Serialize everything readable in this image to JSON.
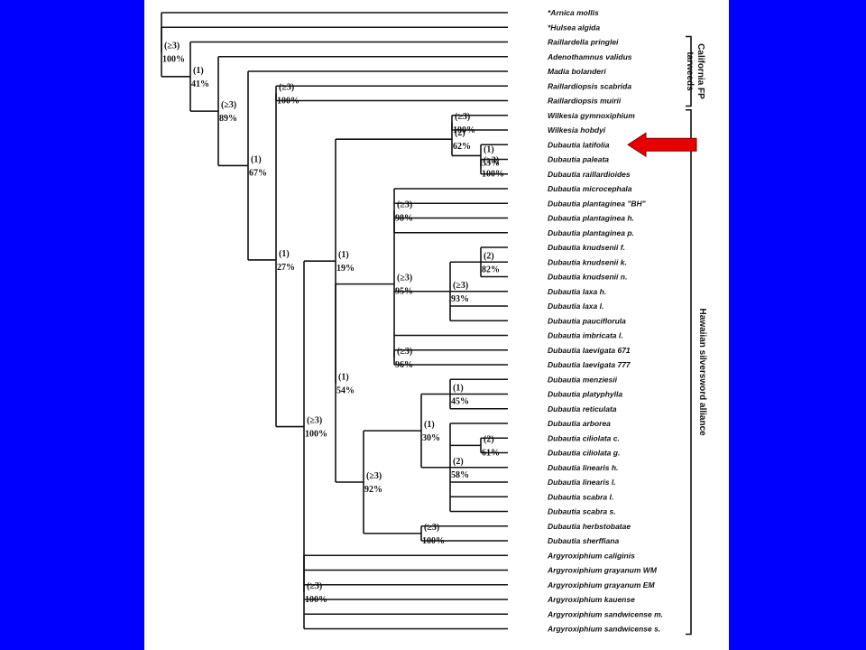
{
  "slide_background": "#0000ff",
  "highlight_color": "#e60000",
  "highlighted_taxon": "Dubautia latifolia",
  "arrow_icon": "left-arrow-icon",
  "taxa": [
    "*Arnica mollis",
    "*Hulsea algida",
    "Raillardella pringlei",
    "Adenothamnus validus",
    "Madia bolanderi",
    "Raillardiopsis scabrida",
    "Raillardiopsis muirii",
    "Wilkesia gymnoxiphium",
    "Wilkesia hobdyi",
    "Dubautia latifolia",
    "Dubautia paleata",
    "Dubautia raillardioides",
    "Dubautia microcephala",
    "Dubautia plantaginea \"BH\"",
    "Dubautia plantaginea h.",
    "Dubautia plantaginea p.",
    "Dubautia knudsenii f.",
    "Dubautia knudsenii k.",
    "Dubautia knudsenii n.",
    "Dubautia laxa h.",
    "Dubautia laxa l.",
    "Dubautia pauciflorula",
    "Dubautia imbricata l.",
    "Dubautia laevigata 671",
    "Dubautia laevigata 777",
    "Dubautia menziesii",
    "Dubautia platyphylla",
    "Dubautia reticulata",
    "Dubautia arborea",
    "Dubautia ciliolata c.",
    "Dubautia ciliolata g.",
    "Dubautia linearis h.",
    "Dubautia linearis l.",
    "Dubautia scabra l.",
    "Dubautia scabra s.",
    "Dubautia herbstobatae",
    "Dubautia sherffiana",
    "Argyroxiphium caliginis",
    "Argyroxiphium grayanum WM",
    "Argyroxiphium grayanum EM",
    "Argyroxiphium kauense",
    "Argyroxiphium sandwicense m.",
    "Argyroxiphium sandwicense s."
  ],
  "groups": [
    {
      "label": "California FP tarweeds",
      "from": 2,
      "to": 6
    },
    {
      "label": "Hawaiian silversword alliance",
      "from": 7,
      "to": 42
    }
  ],
  "nodes": [
    {
      "id": "n1",
      "decay": "(≥3)",
      "support": "100%",
      "children": [
        5,
        6
      ]
    },
    {
      "id": "n2",
      "decay": "(≥3)",
      "support": "100%",
      "children": [
        7,
        8
      ]
    },
    {
      "id": "n3",
      "decay": "(≥3)",
      "support": "100%",
      "children": [
        10,
        11
      ]
    },
    {
      "id": "n4",
      "decay": "(1)",
      "support": "53%",
      "children": [
        9,
        "n3"
      ]
    },
    {
      "id": "n5",
      "decay": "(2)",
      "support": "62%",
      "children": [
        "n2",
        "n4"
      ]
    },
    {
      "id": "n6",
      "decay": "(≥3)",
      "support": "98%",
      "children": [
        12,
        13,
        14,
        15
      ]
    },
    {
      "id": "n7",
      "decay": "(2)",
      "support": "82%",
      "children": [
        16,
        17,
        18
      ]
    },
    {
      "id": "n8",
      "decay": "(≥3)",
      "support": "93%",
      "children": [
        "n7",
        19,
        20,
        21
      ]
    },
    {
      "id": "n9",
      "decay": "(≥3)",
      "support": "96%",
      "children": [
        23,
        24
      ]
    },
    {
      "id": "n10",
      "decay": "(≥3)",
      "support": "95%",
      "children": [
        "n6",
        "n8",
        22,
        "n9"
      ]
    },
    {
      "id": "n11",
      "decay": "(1)",
      "support": "45%",
      "children": [
        25,
        26,
        27
      ]
    },
    {
      "id": "n12",
      "decay": "(2)",
      "support": "61%",
      "children": [
        29,
        30
      ]
    },
    {
      "id": "n13",
      "decay": "(2)",
      "support": "58%",
      "children": [
        28,
        "n12",
        31,
        32,
        33,
        34
      ]
    },
    {
      "id": "n14",
      "decay": "(1)",
      "support": "30%",
      "children": [
        "n11",
        "n13"
      ]
    },
    {
      "id": "n15",
      "decay": "(≥3)",
      "support": "100%",
      "children": [
        35,
        36
      ]
    },
    {
      "id": "n16",
      "decay": "(≥3)",
      "support": "92%",
      "children": [
        "n14",
        "n15"
      ]
    },
    {
      "id": "n17",
      "decay": "(1)",
      "support": "54%",
      "children": [
        "n10",
        "n16"
      ]
    },
    {
      "id": "n18",
      "decay": "(1)",
      "support": "19%",
      "children": [
        "n5",
        "n17"
      ]
    },
    {
      "id": "n19",
      "decay": "(≥3)",
      "support": "100%",
      "children": [
        37,
        38,
        39,
        40,
        41,
        42
      ]
    },
    {
      "id": "n20",
      "decay": "(≥3)",
      "support": "100%",
      "children": [
        "n18",
        "n19"
      ]
    },
    {
      "id": "n21",
      "decay": "(1)",
      "support": "27%",
      "children": [
        "n1",
        "n20"
      ]
    },
    {
      "id": "n22",
      "decay": "(1)",
      "support": "67%",
      "children": [
        4,
        "n21"
      ]
    },
    {
      "id": "n23",
      "decay": "(≥3)",
      "support": "89%",
      "children": [
        3,
        "n22"
      ]
    },
    {
      "id": "n24",
      "decay": "(1)",
      "support": "41%",
      "children": [
        2,
        "n23"
      ]
    },
    {
      "id": "n25",
      "decay": "(≥3)",
      "support": "100%",
      "children": [
        1,
        "n24"
      ]
    },
    {
      "id": "root",
      "decay": "",
      "support": "",
      "children": [
        0,
        "n25"
      ]
    }
  ]
}
